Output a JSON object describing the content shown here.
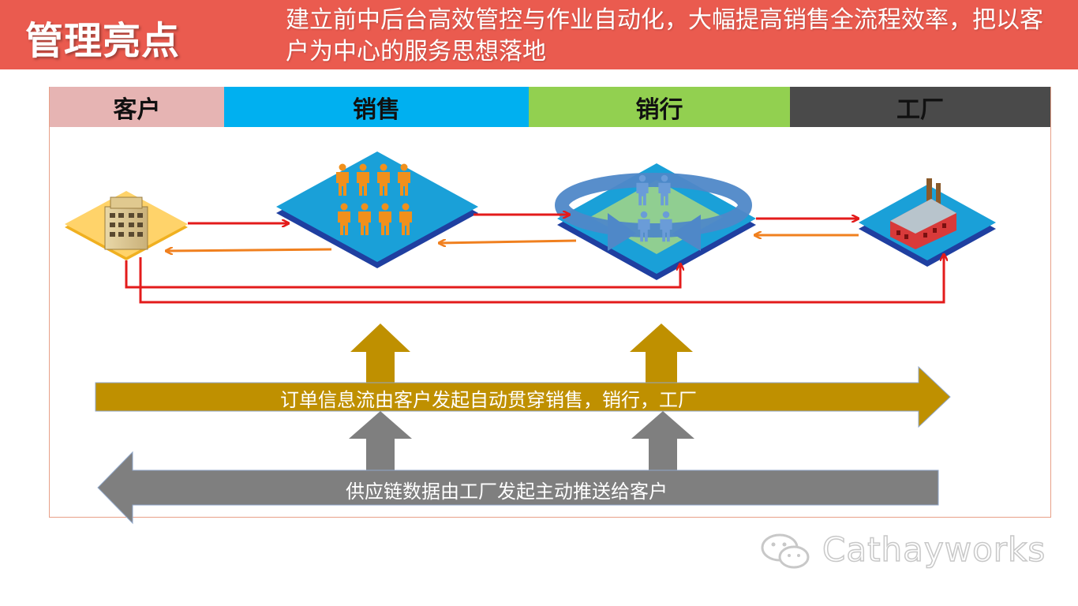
{
  "header": {
    "title": "管理亮点",
    "subtitle": "建立前中后台高效管控与作业自动化，大幅提高销售全流程效率，把以客户为中心的服务思想落地"
  },
  "columns": [
    {
      "label": "客户",
      "color": "#e6b4b3"
    },
    {
      "label": "销售",
      "color": "#00b0f0"
    },
    {
      "label": "销行",
      "color": "#92d050"
    },
    {
      "label": "工厂",
      "color": "#4a4a4a"
    }
  ],
  "flows": {
    "order_flow": "订单信息流由客户发起自动贯穿销售，销行，工厂",
    "supply_flow": "供应链数据由工厂发起主动推送给客户"
  },
  "colors": {
    "order_arrow": "#bf9000",
    "supply_arrow": "#7f7f7f",
    "forward_link": "#e31b1b",
    "return_link": "#f0801f",
    "platform_top": "#1aa0d8",
    "platform_base": "#1f3fa0"
  },
  "watermark": {
    "text": "Cathayworks",
    "icon": "wechat-icon"
  }
}
